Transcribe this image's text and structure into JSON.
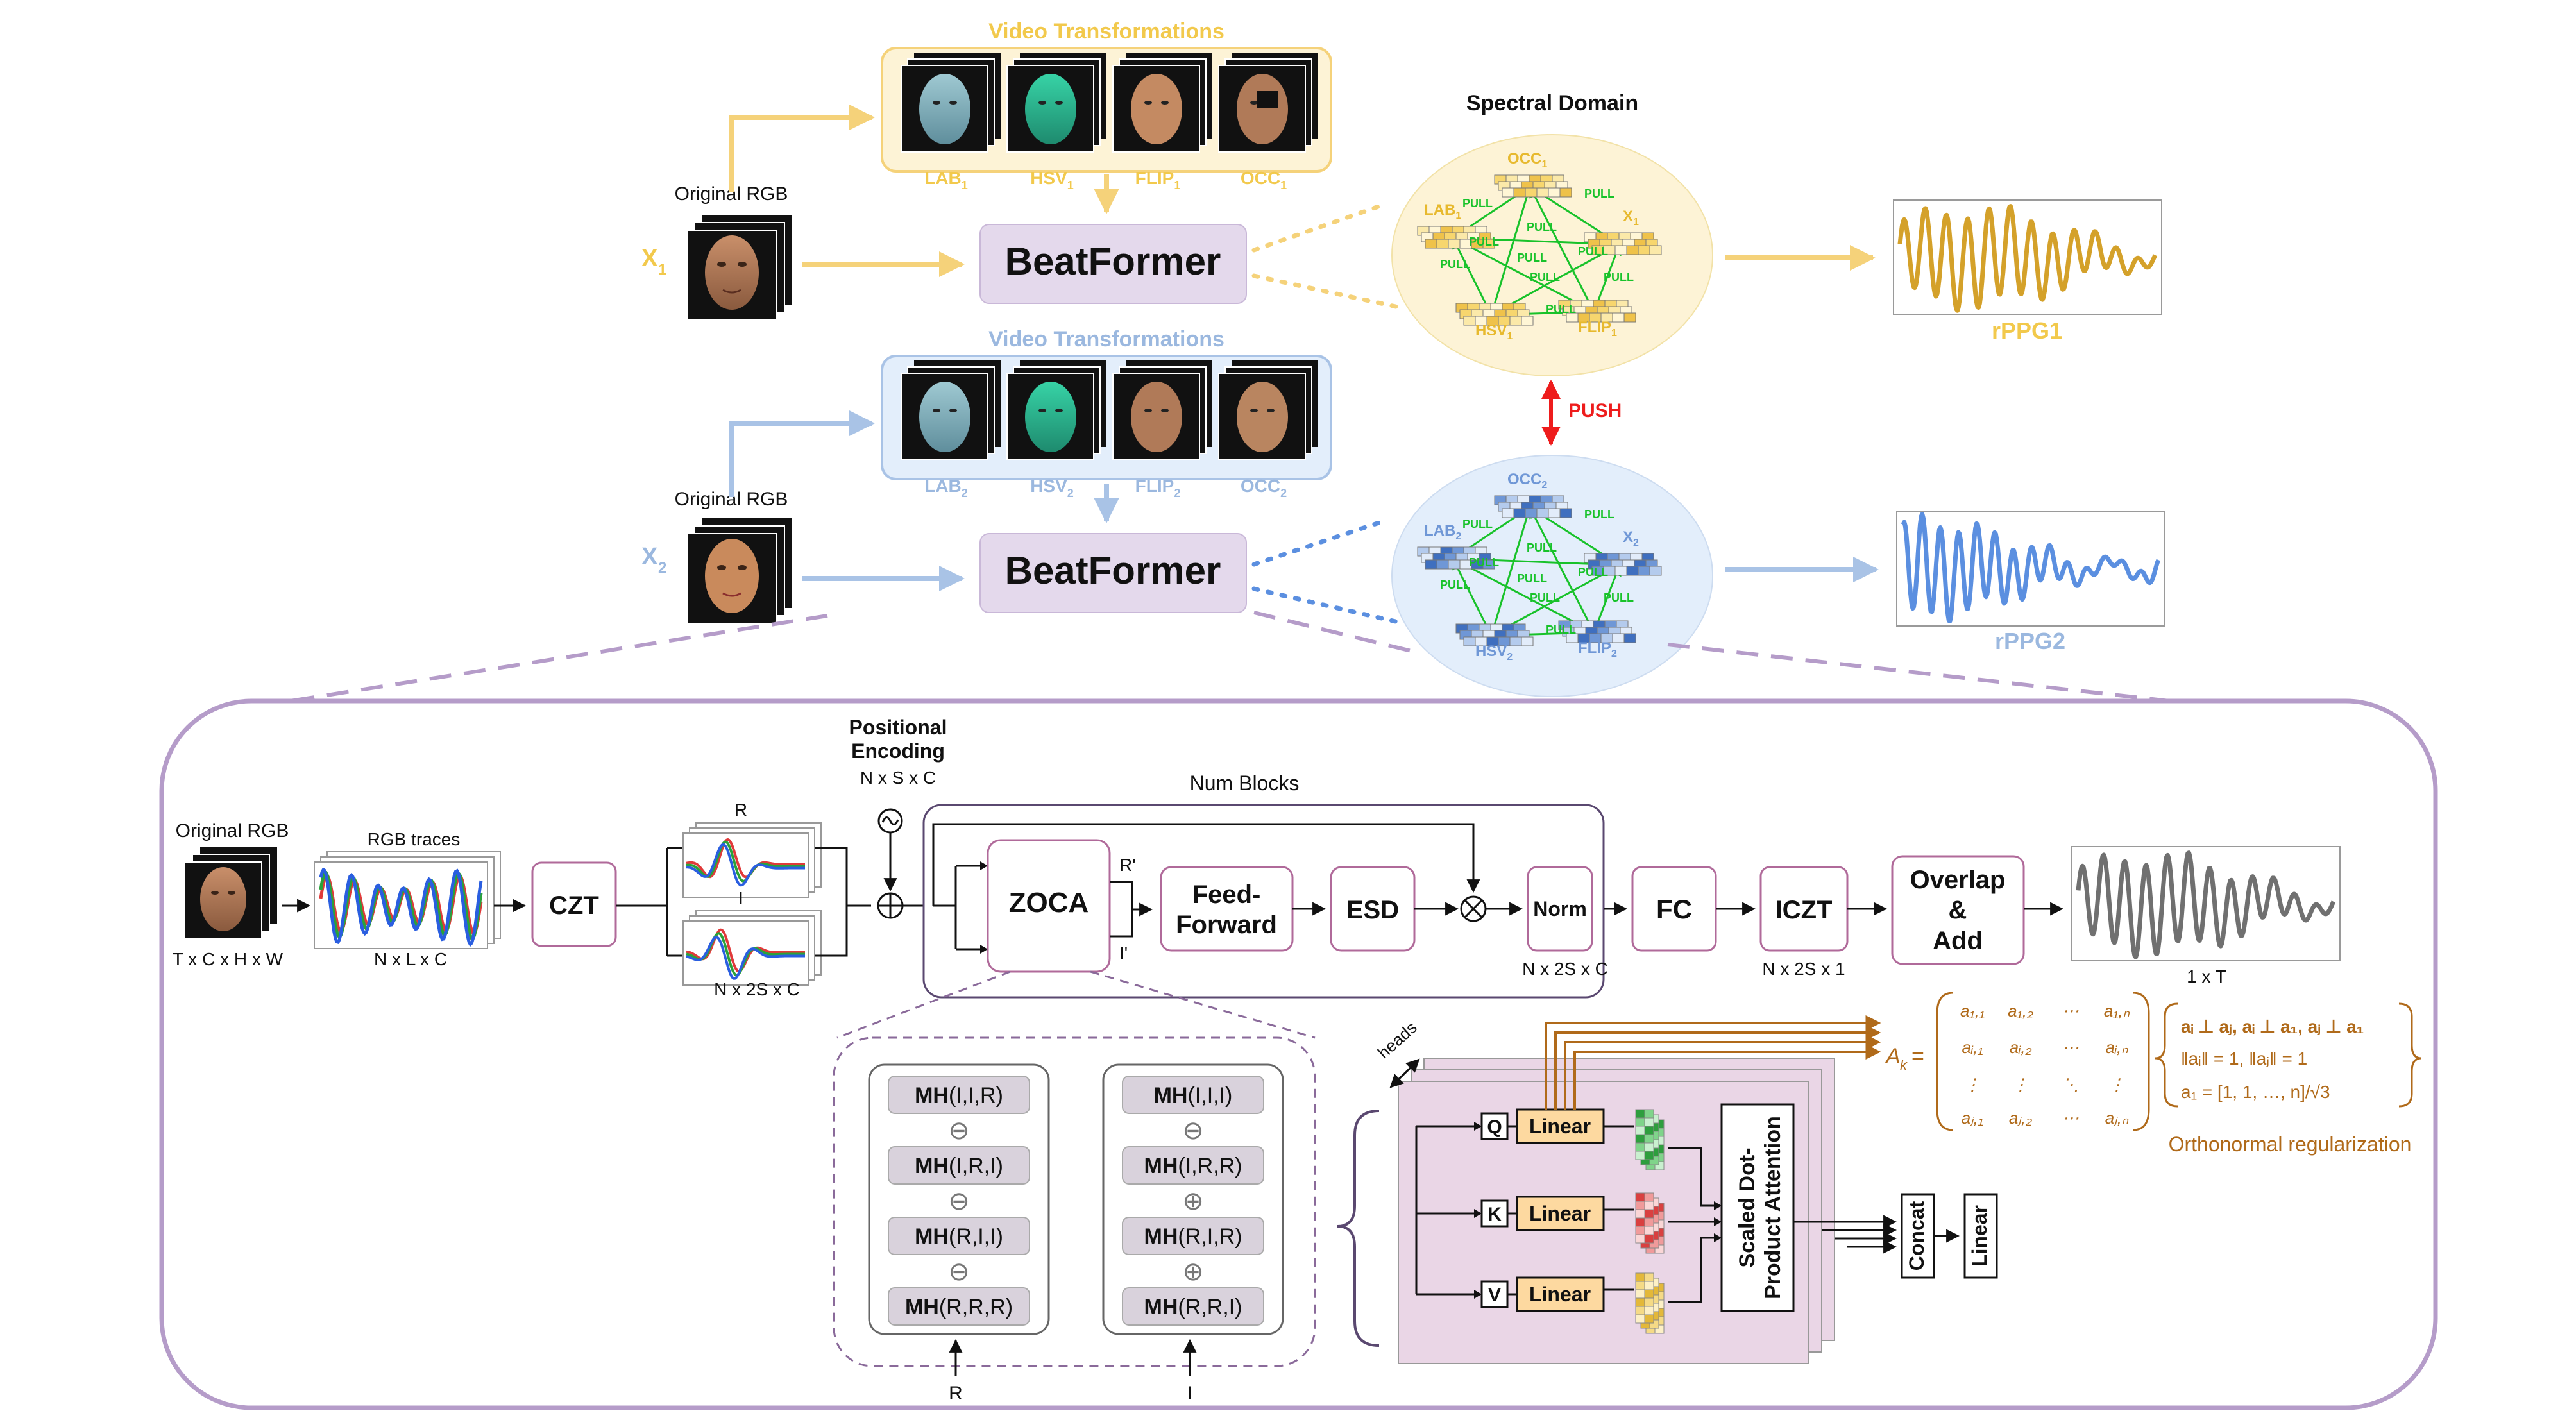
{
  "colors": {
    "yellow": "#f5d27a",
    "yellow_text": "#f2c94c",
    "yellow_fill": "#fdf3d6",
    "yellow_signal": "#d4a12a",
    "blue": "#a9c3e6",
    "blue_text": "#9bb8df",
    "blue_fill": "#e3eefb",
    "blue_signal": "#5b8fe0",
    "purple": "#b59cc9",
    "purple_fill": "#e4d9ec",
    "pink_fill": "#ead6e6",
    "green": "#18c22a",
    "red": "#ee1c1c",
    "brown": "#b06a1a",
    "gray_signal": "#707070"
  },
  "top": {
    "vt_title_1": "Video Transformations",
    "vt_title_2": "Video Transformations",
    "orig_rgb_1": "Original RGB",
    "orig_rgb_2": "Original RGB",
    "x1_main": "X",
    "x1_sub": "1",
    "x2_main": "X",
    "x2_sub": "2",
    "beatformer_1": "BeatFormer",
    "beatformer_2": "BeatFormer",
    "spectral_domain": "Spectral Domain",
    "push": "PUSH",
    "rppg1": "rPPG1",
    "rppg2": "rPPG2",
    "aug_labels": [
      "LAB",
      "HSV",
      "FLIP",
      "OCC"
    ],
    "sub_1": "1",
    "sub_2": "2",
    "pull": "PULL"
  },
  "pipeline": {
    "orig_rgb": "Original RGB",
    "orig_dims": "T x C x H x W",
    "rgb_traces": "RGB traces",
    "traces_dims": "N x L x C",
    "czt": "CZT",
    "r_label": "R",
    "i_label": "I",
    "split_dims": "N x 2S x C",
    "pos_enc_line1": "Positional",
    "pos_enc_line2": "Encoding",
    "pos_dims": "N x S x C",
    "num_blocks": "Num Blocks",
    "zoca": "ZOCA",
    "r_prime": "R'",
    "i_prime": "I'",
    "ff_line1": "Feed-",
    "ff_line2": "Forward",
    "esd": "ESD",
    "norm": "Norm",
    "norm_dims": "N x 2S x C",
    "fc": "FC",
    "iczt": "ICZT",
    "iczt_dims": "N x 2S x 1",
    "oa_line1": "Overlap",
    "oa_line2": "&",
    "oa_line3": "Add",
    "out_dims": "1 x T"
  },
  "zoca_detail": {
    "left_stack": [
      "(I,I,R)",
      "(I,R,I)",
      "(R,I,I)",
      "(R,R,R)"
    ],
    "left_ops": [
      "⊖",
      "⊖",
      "⊖"
    ],
    "right_stack": [
      "(I,I,I)",
      "(I,R,R)",
      "(R,I,R)",
      "(R,R,I)"
    ],
    "right_ops": [
      "⊖",
      "⊕",
      "⊕"
    ],
    "mh": "MH",
    "bottom_r": "R",
    "bottom_i": "I"
  },
  "attention": {
    "heads": "heads",
    "q": "Q",
    "k": "K",
    "v": "V",
    "linear": "Linear",
    "sdpa_line1": "Scaled Dot-",
    "sdpa_line2": "Product Attention",
    "concat": "Concat",
    "linear_out": "Linear"
  },
  "orthonormal": {
    "ak_label": "A",
    "ak_sub": "k",
    "matrix": [
      [
        "a₁,₁",
        "a₁,₂",
        "⋯",
        "a₁,ₙ"
      ],
      [
        "aᵢ,₁",
        "aᵢ,₂",
        "⋯",
        "aᵢ,ₙ"
      ],
      [
        "⋮",
        "⋮",
        "⋱",
        "⋮"
      ],
      [
        "aⱼ,₁",
        "aⱼ,₂",
        "⋯",
        "aⱼ,ₙ"
      ]
    ],
    "constraint_1": "aᵢ ⊥ aⱼ, aᵢ ⊥ a₁, aⱼ ⊥ a₁",
    "constraint_2": "‖aᵢ‖ = 1, ‖aⱼ‖ = 1",
    "constraint_3": "a₁ = [1, 1, …, n]/√3",
    "caption": "Orthonormal  regularization"
  }
}
